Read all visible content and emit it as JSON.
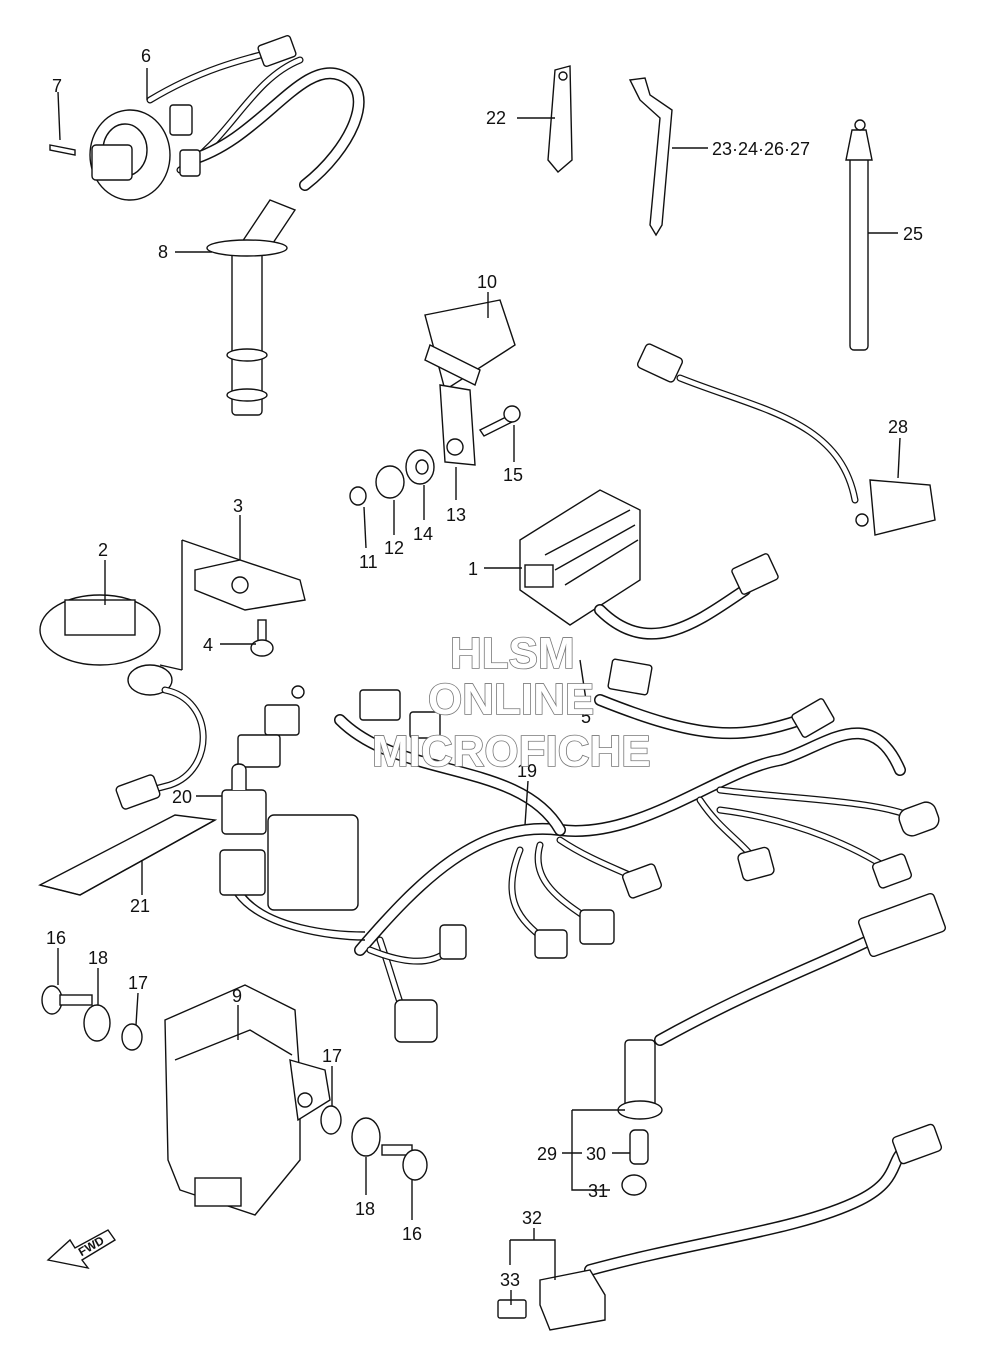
{
  "callouts": {
    "c1": "1",
    "c2": "2",
    "c3": "3",
    "c4": "4",
    "c5": "5",
    "c6": "6",
    "c7": "7",
    "c8": "8",
    "c9": "9",
    "c10": "10",
    "c11": "11",
    "c12": "12",
    "c13": "13",
    "c14": "14",
    "c15": "15",
    "c16a": "16",
    "c16b": "16",
    "c17a": "17",
    "c17b": "17",
    "c18a": "18",
    "c18b": "18",
    "c19": "19",
    "c20": "20",
    "c21": "21",
    "c22": "22",
    "c23": "23·24·26·27",
    "c25": "25",
    "c28": "28",
    "c29": "29",
    "c30": "30",
    "c31": "31",
    "c32": "32",
    "c33": "33"
  },
  "watermark": {
    "line1": "HLSM",
    "line2": "ONLINE",
    "line3": "MICROFICHE"
  },
  "fwd_label": "FWD"
}
